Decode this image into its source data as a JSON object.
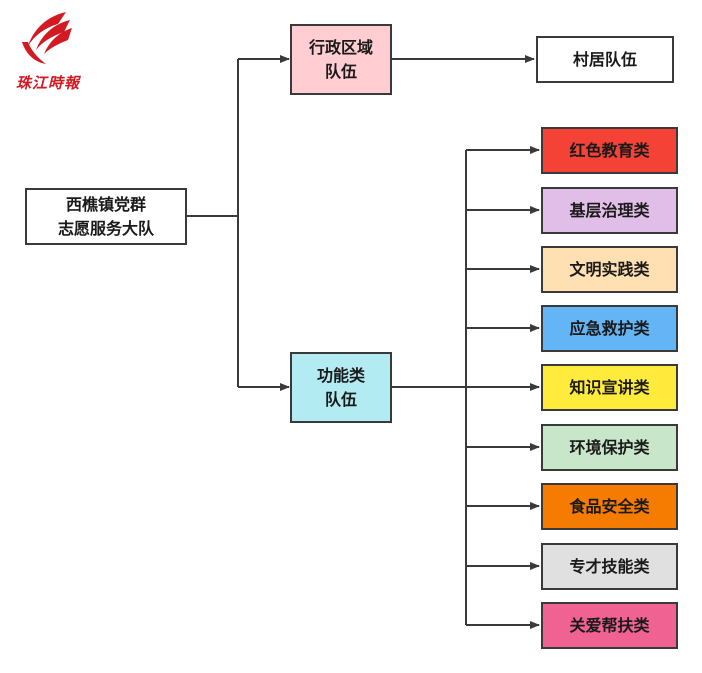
{
  "logo": {
    "text": "珠江時報",
    "color": "#d21a22"
  },
  "root": {
    "line1": "西樵镇党群",
    "line2": "志愿服务大队"
  },
  "admin": {
    "line1": "行政区域",
    "line2": "队伍",
    "color": "#ffcdd2"
  },
  "village": {
    "label": "村居队伍",
    "color": "#ffffff"
  },
  "func": {
    "line1": "功能类",
    "line2": "队伍",
    "color": "#b3ebf2"
  },
  "categories": [
    {
      "label": "红色教育类",
      "color": "#f44336"
    },
    {
      "label": "基层治理类",
      "color": "#e1bee7"
    },
    {
      "label": "文明实践类",
      "color": "#ffe0b2"
    },
    {
      "label": "应急救护类",
      "color": "#64b5f6"
    },
    {
      "label": "知识宣讲类",
      "color": "#ffeb3b"
    },
    {
      "label": "环境保护类",
      "color": "#c8e6c9"
    },
    {
      "label": "食品安全类",
      "color": "#f57c00"
    },
    {
      "label": "专才技能类",
      "color": "#e0e0e0"
    },
    {
      "label": "关爱帮扶类",
      "color": "#f06292"
    }
  ]
}
